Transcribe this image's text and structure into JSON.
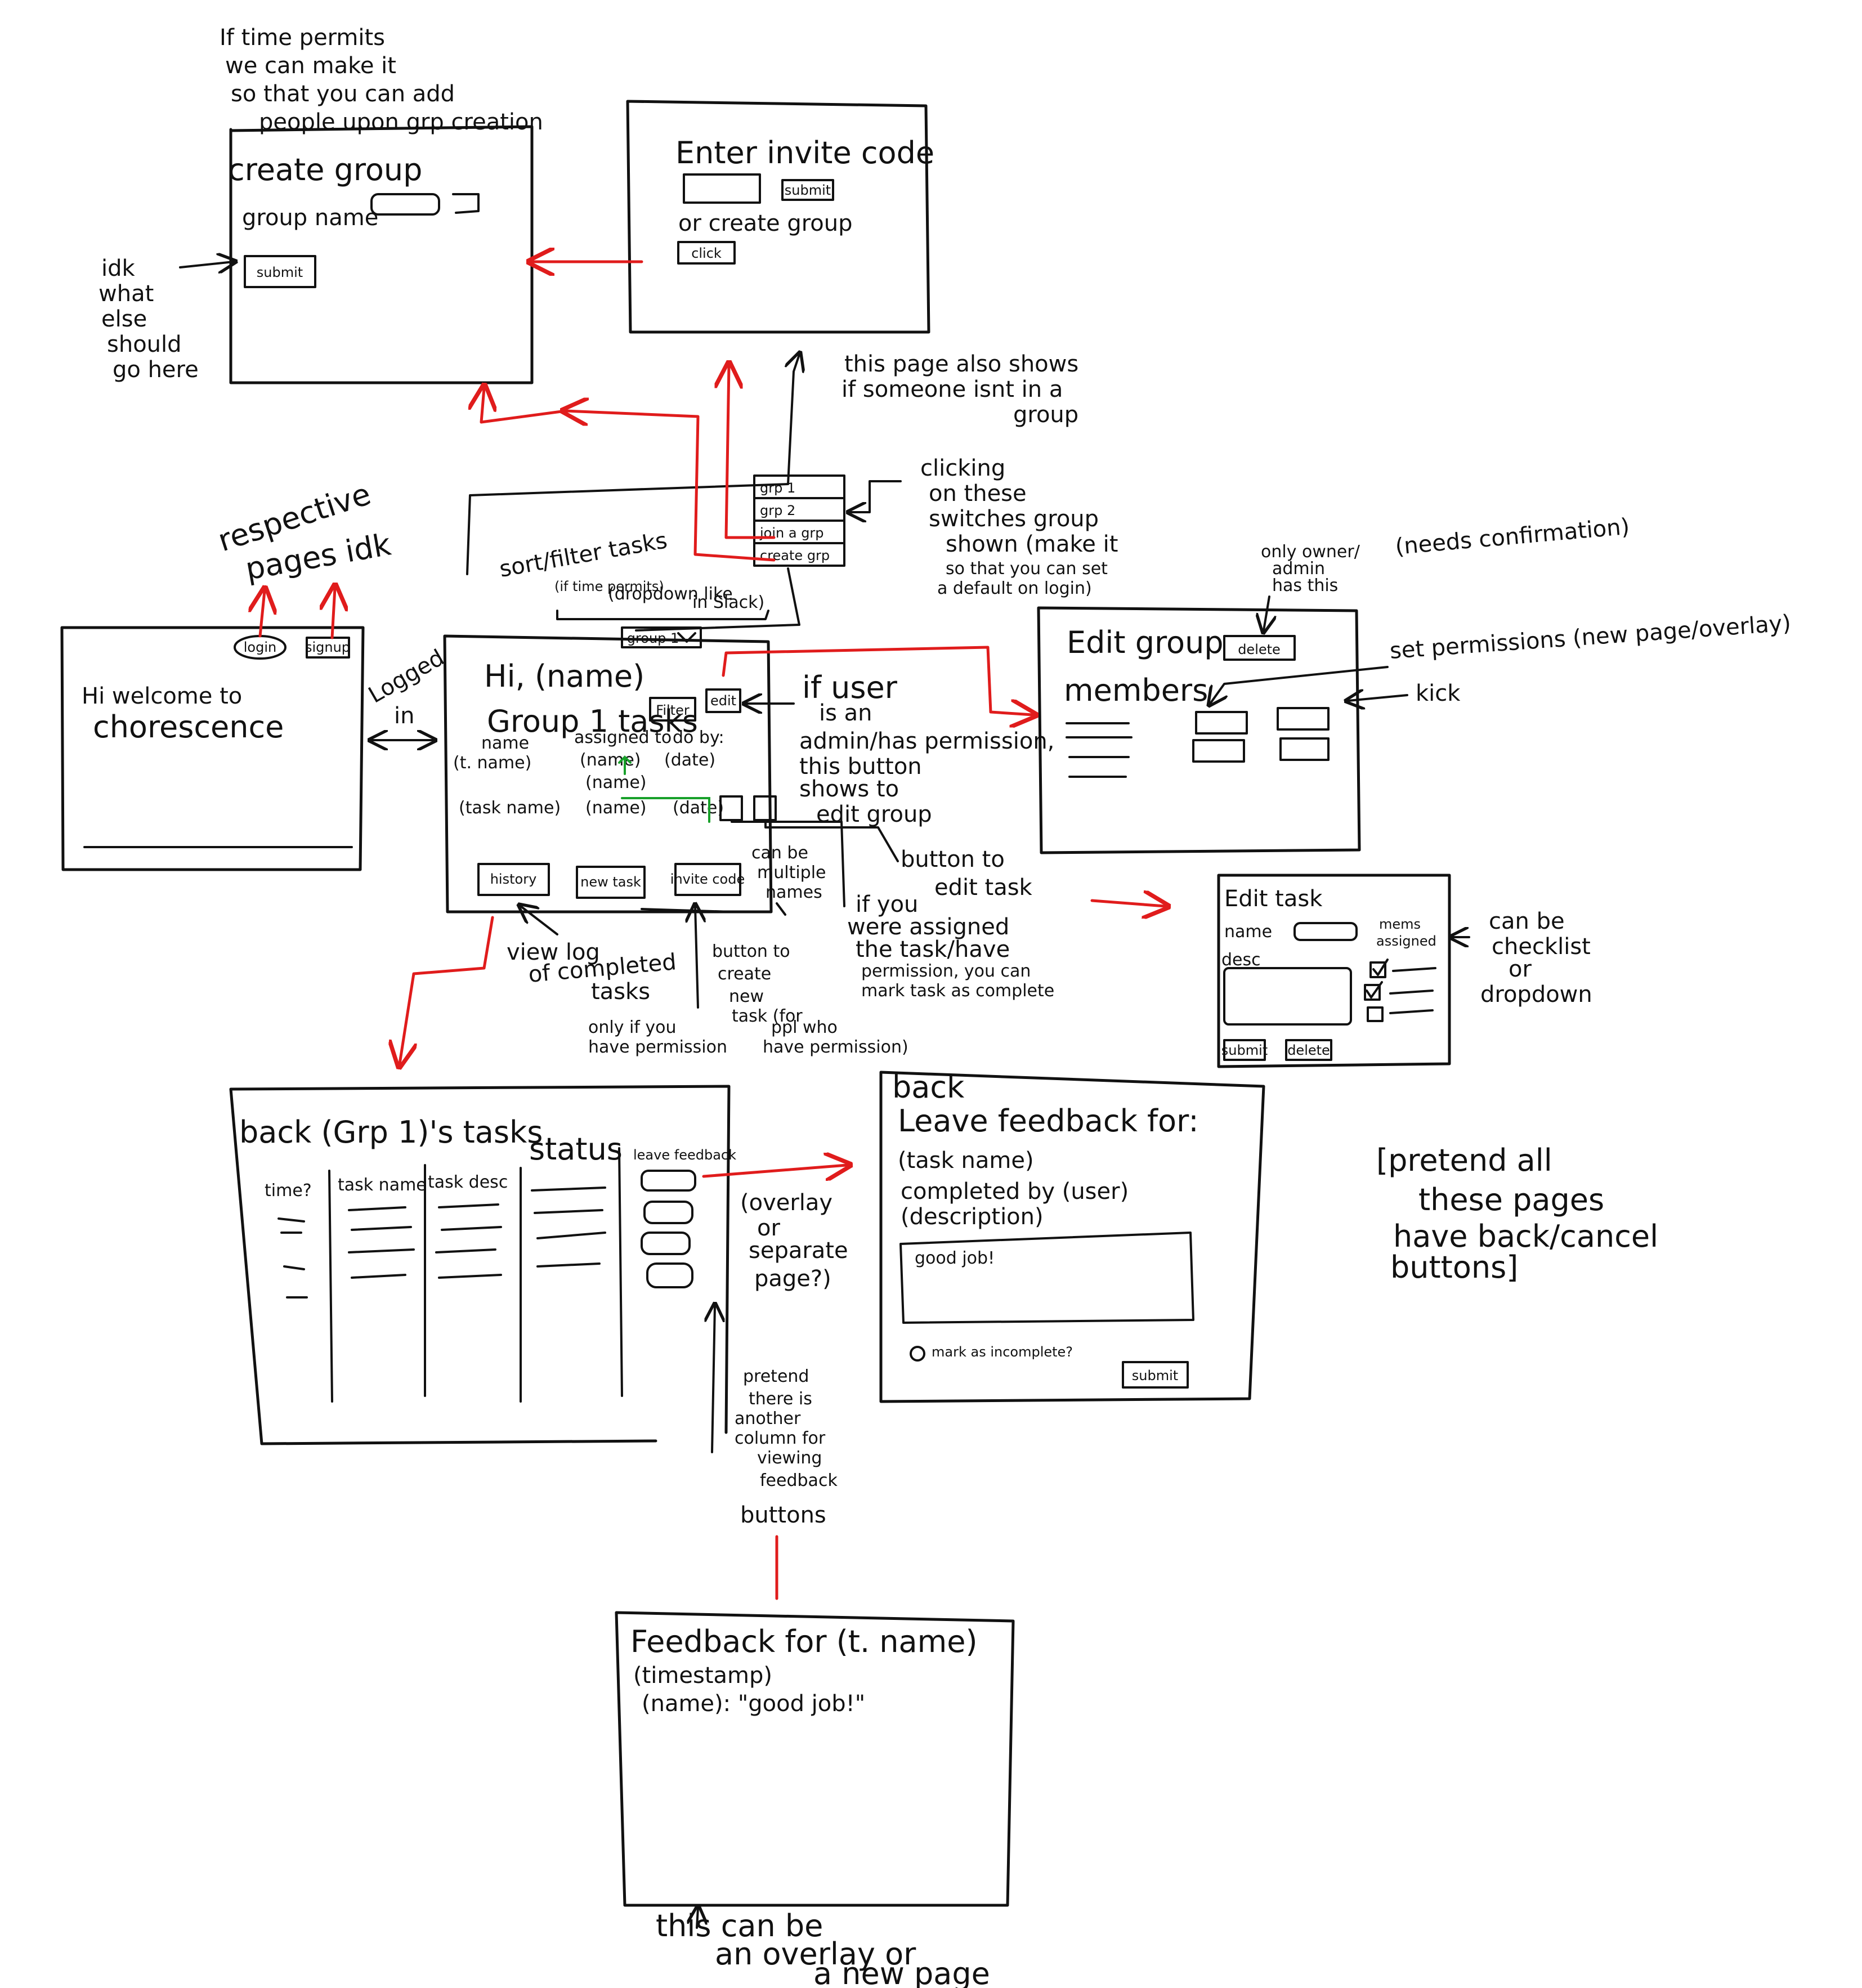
{
  "notes": {
    "time_permits": [
      "If time permits",
      "we can make it",
      "so that you can add",
      "people upon grp creation"
    ],
    "idk_what_else": [
      "idk",
      "what",
      "else",
      "should",
      "go here"
    ],
    "page_shows": [
      "this page also shows",
      "if someone isnt in a",
      "group"
    ],
    "respective_pages": [
      "respective",
      "pages idk"
    ],
    "clicking_switches": [
      "clicking",
      "on these",
      "switches group",
      "shown (make it",
      "so that you can set",
      "a default on login)"
    ],
    "sort_filter": [
      "sort/filter tasks",
      "(if time permits)",
      "(dropdown like",
      "in Slack)"
    ],
    "owner_admin": [
      "only owner/",
      "admin",
      "has this"
    ],
    "needs_confirmation": "(needs confirmation)",
    "set_permissions": "set permissions (new page/overlay)",
    "kick": "kick",
    "logged_in": [
      "Logged",
      "in"
    ],
    "if_admin": [
      "if user",
      "is an",
      "admin/has permission,",
      "this button",
      "shows to",
      "edit group"
    ],
    "can_be_multiple": [
      "can be",
      "multiple",
      "names"
    ],
    "button_edit_task": [
      "button to",
      "edit task"
    ],
    "if_assigned": [
      "if you",
      "were assigned",
      "the task/have",
      "permission, you can",
      "mark task as complete"
    ],
    "view_log": [
      "view log",
      "of completed",
      "tasks"
    ],
    "button_create": [
      "button to",
      "create",
      "new",
      "task (for",
      "ppl who",
      "have permission)"
    ],
    "only_if_permission": [
      "only if you",
      "have permission"
    ],
    "can_be_checklist": [
      "can be",
      "checklist",
      "or",
      "dropdown"
    ],
    "overlay_or_separate": [
      "(overlay",
      "or",
      "separate",
      "page?)"
    ],
    "pretend_column": [
      "pretend",
      "there is",
      "another",
      "column for",
      "viewing",
      "feedback",
      "buttons"
    ],
    "pretend_back": [
      "[pretend all",
      "these pages",
      "have back/cancel",
      "buttons]"
    ],
    "overlay_or_new": [
      "this can be",
      "an overlay or",
      "a new page"
    ]
  },
  "create_group": {
    "title": "create group",
    "group_name_label": "group name",
    "submit_label": "submit"
  },
  "invite": {
    "title": "Enter invite code",
    "submit_label": "submit",
    "or_create": "or create group",
    "click_label": "click"
  },
  "welcome": {
    "text": [
      "Hi welcome to",
      "chorescence"
    ],
    "login_label": "login",
    "signup_label": "signup"
  },
  "group_menu": {
    "items": [
      "grp 1",
      "grp 2",
      "join a grp",
      "create grp"
    ]
  },
  "main": {
    "dropdown_label": "group 1",
    "greeting": "Hi, (name)",
    "tasks_title": "Group 1 tasks",
    "filter_label": "Filter",
    "edit_label": "edit",
    "col_name": "name",
    "col_assigned": "assigned to",
    "col_doby": "do by:",
    "row1": [
      "(t. name)",
      "(name)",
      "(date)",
      "(name)"
    ],
    "row2": [
      "(task name)",
      "(name)",
      "(date)"
    ],
    "history_label": "history",
    "new_task_label": "new task",
    "invite_label": "invite code"
  },
  "edit_group": {
    "title": "Edit group",
    "delete_label": "delete",
    "members_label": "members"
  },
  "edit_task": {
    "title": "Edit task",
    "name_label": "name",
    "desc_label": "desc",
    "members_label": [
      "mems",
      "assigned"
    ],
    "submit_label": "submit",
    "delete_label": "delete"
  },
  "history": {
    "title": "back (Grp 1)'s tasks",
    "headers": [
      "time?",
      "task name",
      "task desc",
      "status",
      "leave feedback"
    ]
  },
  "feedback_form": {
    "back": "back",
    "title": "Leave feedback for:",
    "task": "(task name)",
    "completed_by": "completed by (user)",
    "description": "(description)",
    "text_value": "good job!",
    "mark_incomplete": "mark as incomplete?",
    "submit_label": "submit"
  },
  "feedback_view": {
    "title": "Feedback for (t. name)",
    "timestamp": "(timestamp)",
    "entry": "(name): \"good job!\""
  }
}
